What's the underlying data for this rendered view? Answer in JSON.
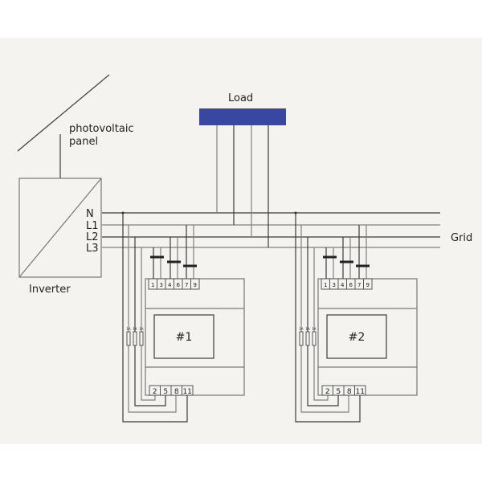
{
  "labels": {
    "panel_line1": "photovoltaic",
    "panel_line2": "panel",
    "inverter": "Inverter",
    "load": "Load",
    "grid": "Grid",
    "phases": [
      "N",
      "L1",
      "L2",
      "L3"
    ]
  },
  "meters": [
    {
      "label": "#1",
      "top_terminals": [
        "1",
        "3",
        "4",
        "6",
        "7",
        "9"
      ],
      "bottom_terminals": [
        "2",
        "5",
        "8",
        "11"
      ],
      "fuse_labels": [
        "1A",
        "1A",
        "1A"
      ]
    },
    {
      "label": "#2",
      "top_terminals": [
        "1",
        "3",
        "4",
        "6",
        "7",
        "9"
      ],
      "bottom_terminals": [
        "2",
        "5",
        "8",
        "11"
      ],
      "fuse_labels": [
        "1A",
        "1A",
        "1A"
      ]
    }
  ],
  "colors": {
    "load": "#3847a0",
    "background": "#f4f3ef"
  }
}
